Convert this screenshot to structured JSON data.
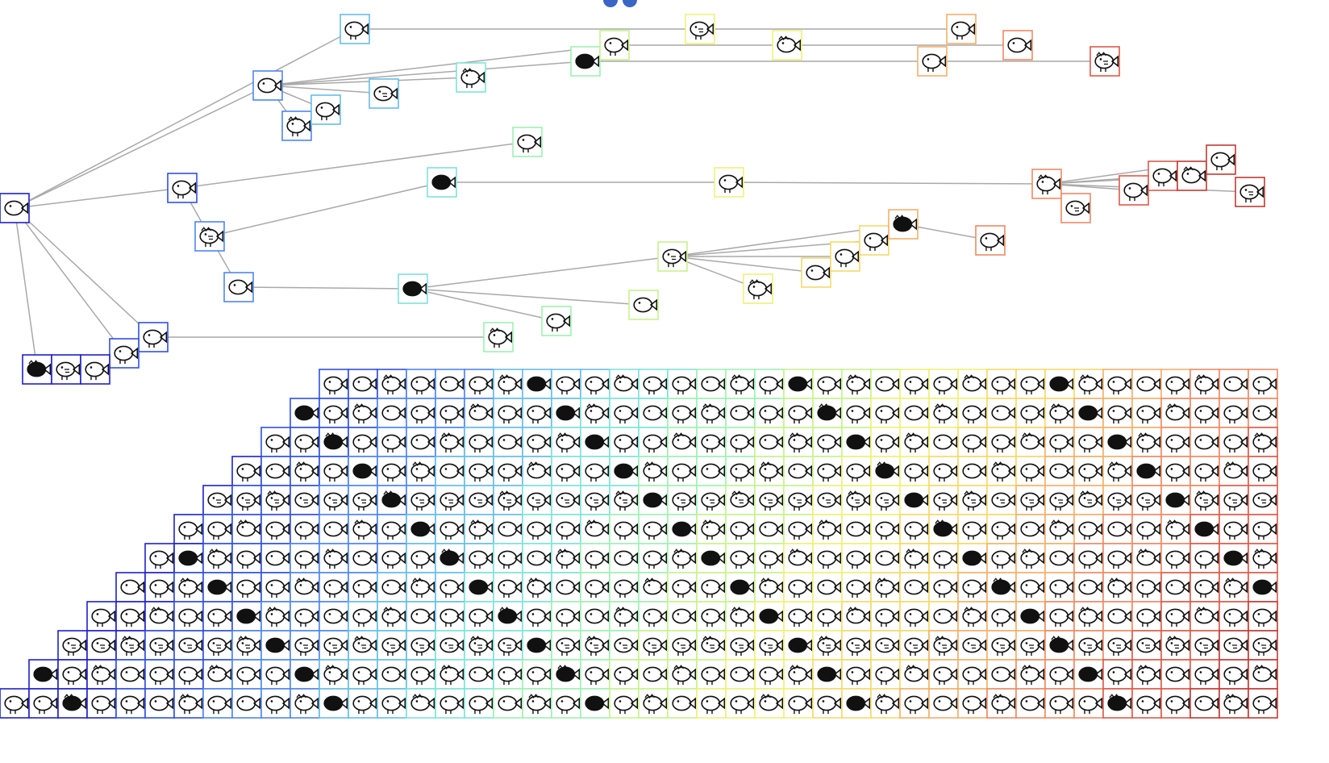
{
  "figure": {
    "kind": "lineage tree of evolved creature glyphs with generation grid"
  },
  "palette": {
    "line": "#a9a9a9",
    "glyph": "#111111",
    "scale": [
      "#1f20c8",
      "#3050e0",
      "#4f86ee",
      "#66bde8",
      "#7fe3d8",
      "#9ef0b4",
      "#c8f28c",
      "#eef07a",
      "#f6d86a",
      "#f2b06a",
      "#ec8a64",
      "#dd5a4a",
      "#c23a34"
    ]
  },
  "grid": {
    "rows": 12,
    "cols": 44
  }
}
